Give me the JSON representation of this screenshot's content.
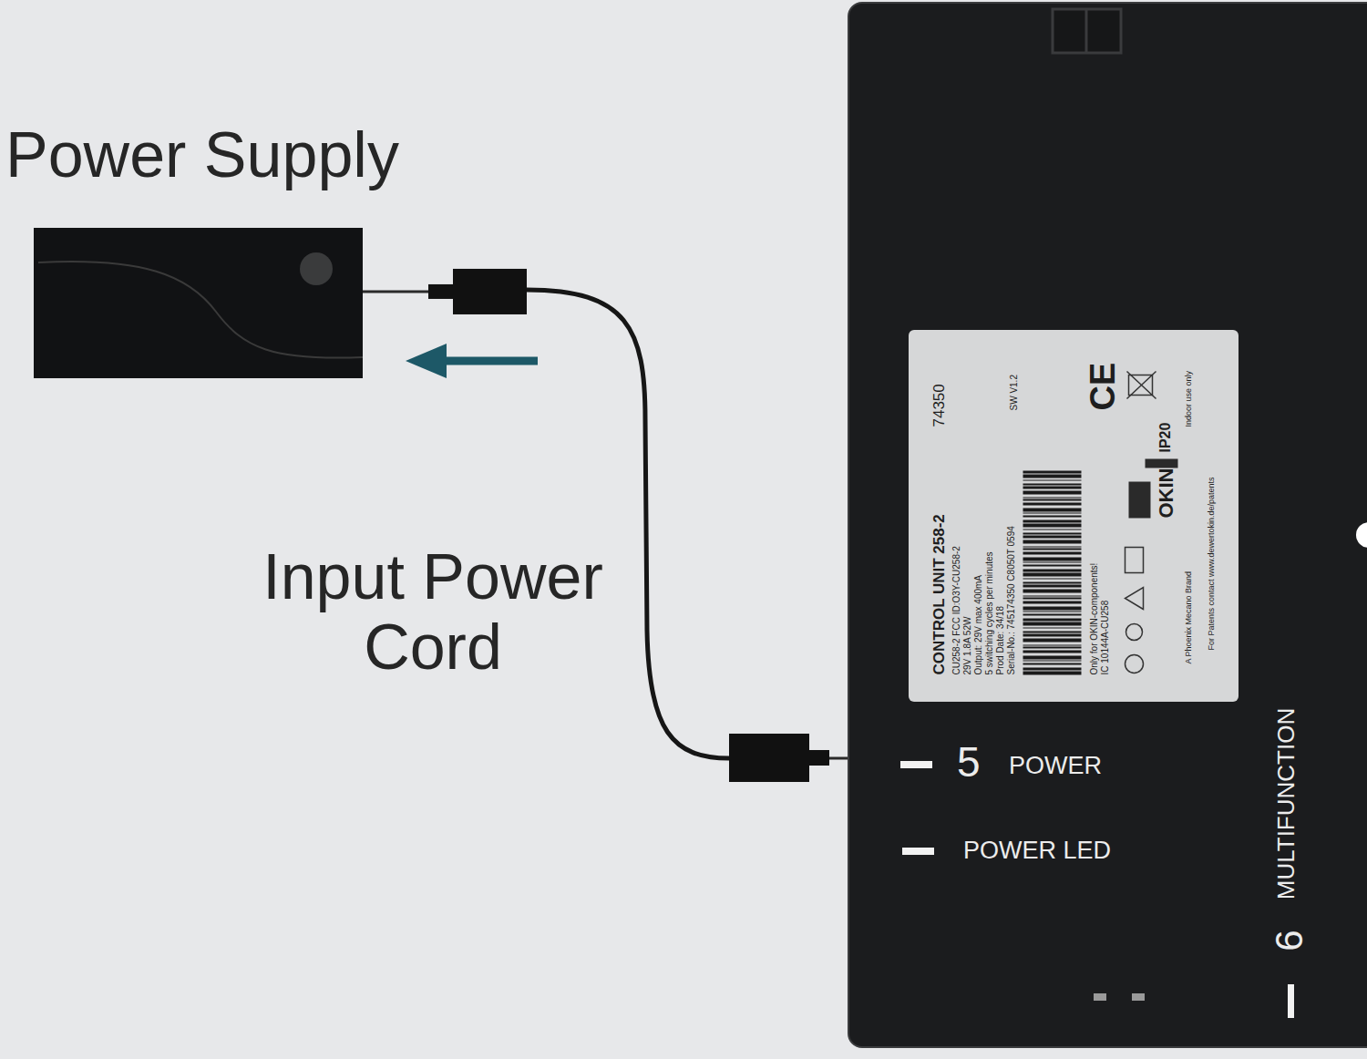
{
  "diagram": {
    "nodes": [
      {
        "text": [
          "Power Supply"
        ]
      },
      {
        "text": [
          "5",
          "POWER",
          "POWER LED",
          "MULTIFUNCTION",
          "6"
        ]
      },
      {
        "text": [
          "CONTROL UNIT 258-2",
          "74350",
          "CU258-2 FCC ID:O3Y-CU258-2",
          "29V 1.8A 52W",
          "Output: 29V max 400mA",
          "5 switching cycles per minutes",
          "Prod Date: 34/18",
          "SW V1.2",
          "Serial-No.: 745174350 C8050T 0594",
          "CE",
          "Only for OKIN-components!",
          "IC 10144A-CU258",
          "OKIN",
          "IP20",
          "A Phoenix Mecano Brand",
          "Indoor use only",
          "For Patents contact www.dewertokin.de/patents"
        ],
        "in": 1
      }
    ],
    "edges": [
      {
        "from": 0,
        "to": 1,
        "arrow": "none",
        "label": "Input Power Cord"
      }
    ]
  }
}
